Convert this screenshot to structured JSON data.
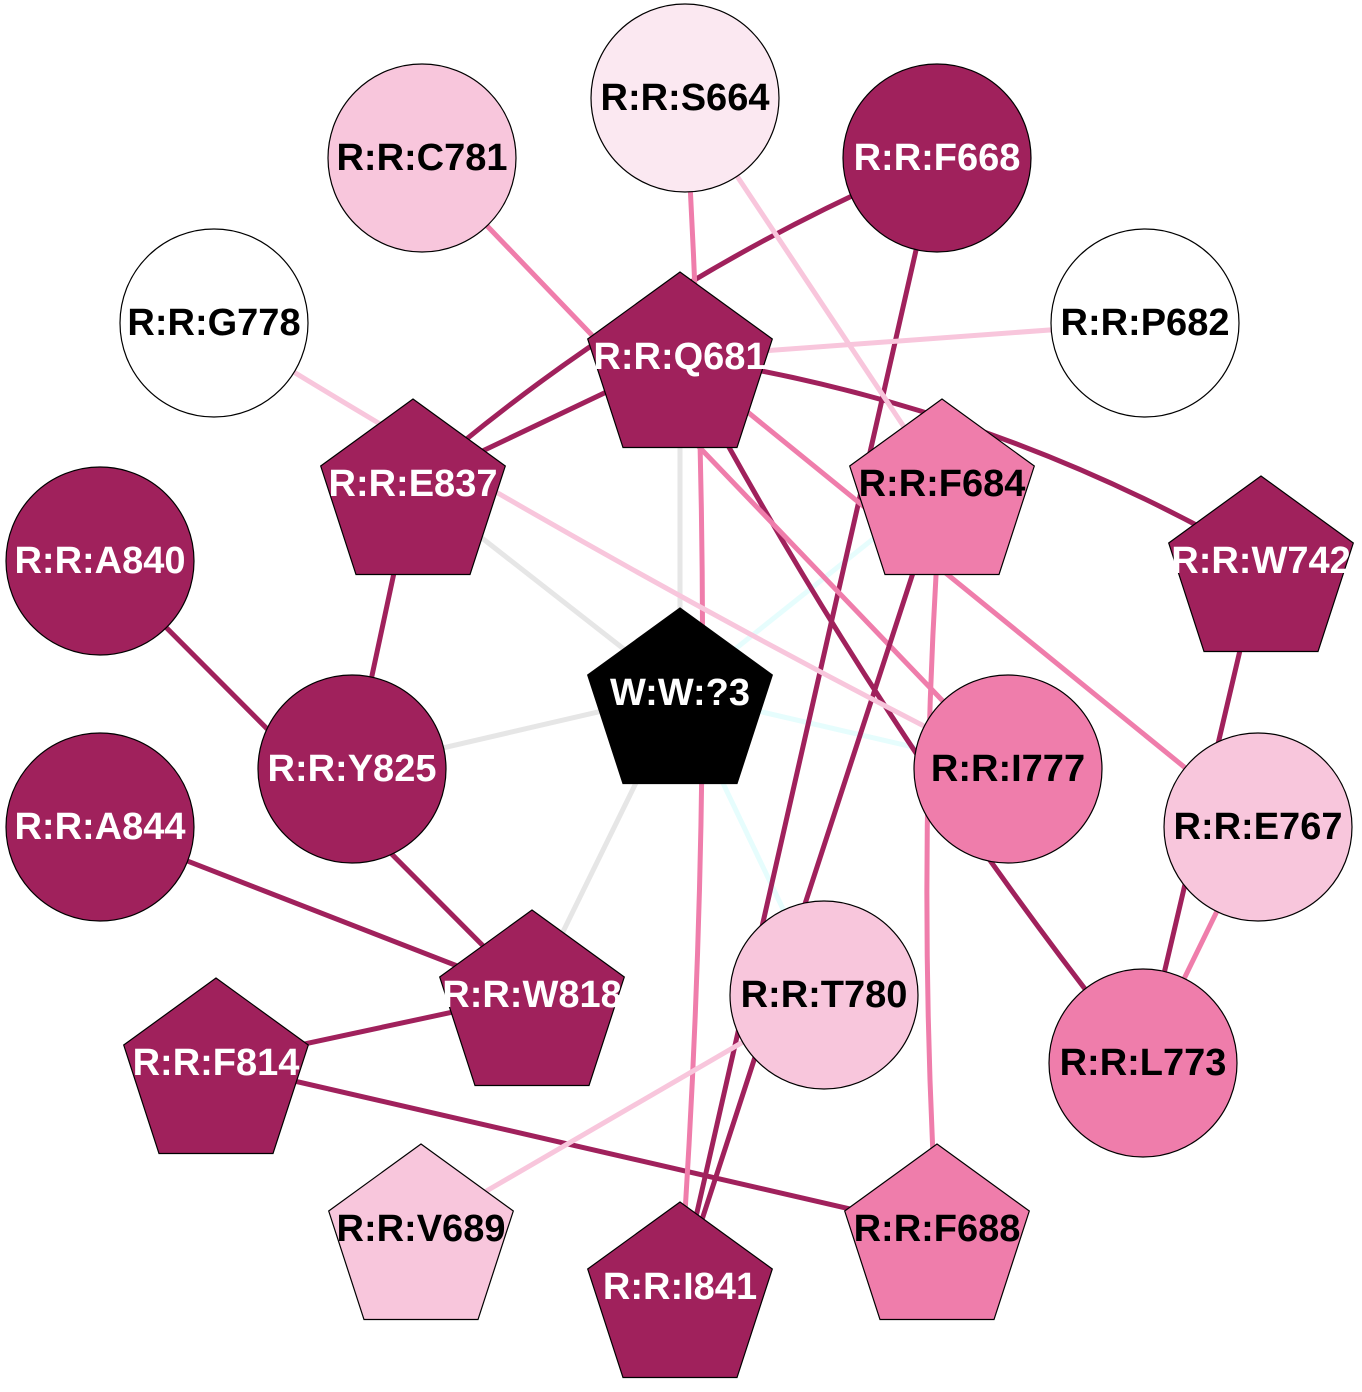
{
  "palette": {
    "dark": "#a0215c",
    "medium": "#ef7dab",
    "light": "#f8c6dc",
    "pale": "#fbe8f1",
    "white": "#ffffff",
    "black": "#000000",
    "grey_edge": "#e6e6e6",
    "cyan_edge": "#e6fdfd"
  },
  "nodes": [
    {
      "id": "S664",
      "label": "R:R:S664",
      "shape": "circle",
      "fill": "pale",
      "text": "black"
    },
    {
      "id": "C781",
      "label": "R:R:C781",
      "shape": "circle",
      "fill": "light",
      "text": "black"
    },
    {
      "id": "F668",
      "label": "R:R:F668",
      "shape": "circle",
      "fill": "dark",
      "text": "white"
    },
    {
      "id": "G778",
      "label": "R:R:G778",
      "shape": "circle",
      "fill": "white",
      "text": "black"
    },
    {
      "id": "P682",
      "label": "R:R:P682",
      "shape": "circle",
      "fill": "white",
      "text": "black"
    },
    {
      "id": "Q681",
      "label": "R:R:Q681",
      "shape": "pentagon",
      "fill": "dark",
      "text": "white"
    },
    {
      "id": "E837",
      "label": "R:R:E837",
      "shape": "pentagon",
      "fill": "dark",
      "text": "white"
    },
    {
      "id": "F684",
      "label": "R:R:F684",
      "shape": "pentagon",
      "fill": "medium",
      "text": "black"
    },
    {
      "id": "A840",
      "label": "R:R:A840",
      "shape": "circle",
      "fill": "dark",
      "text": "white"
    },
    {
      "id": "W742",
      "label": "R:R:W742",
      "shape": "pentagon",
      "fill": "dark",
      "text": "white"
    },
    {
      "id": "W3",
      "label": "W:W:?3",
      "shape": "pentagon",
      "fill": "black",
      "text": "white"
    },
    {
      "id": "Y825",
      "label": "R:R:Y825",
      "shape": "circle",
      "fill": "dark",
      "text": "white"
    },
    {
      "id": "I777",
      "label": "R:R:I777",
      "shape": "circle",
      "fill": "medium",
      "text": "black"
    },
    {
      "id": "A844",
      "label": "R:R:A844",
      "shape": "circle",
      "fill": "dark",
      "text": "white"
    },
    {
      "id": "E767",
      "label": "R:R:E767",
      "shape": "circle",
      "fill": "light",
      "text": "black"
    },
    {
      "id": "W818",
      "label": "R:R:W818",
      "shape": "pentagon",
      "fill": "dark",
      "text": "white"
    },
    {
      "id": "T780",
      "label": "R:R:T780",
      "shape": "circle",
      "fill": "light",
      "text": "black"
    },
    {
      "id": "F814",
      "label": "R:R:F814",
      "shape": "pentagon",
      "fill": "dark",
      "text": "white"
    },
    {
      "id": "L773",
      "label": "R:R:L773",
      "shape": "circle",
      "fill": "medium",
      "text": "black"
    },
    {
      "id": "V689",
      "label": "R:R:V689",
      "shape": "pentagon",
      "fill": "light",
      "text": "black"
    },
    {
      "id": "F688",
      "label": "R:R:F688",
      "shape": "pentagon",
      "fill": "medium",
      "text": "black"
    },
    {
      "id": "I841",
      "label": "R:R:I841",
      "shape": "pentagon",
      "fill": "dark",
      "text": "white"
    }
  ],
  "edges": [
    {
      "source": "W3",
      "target": "Q681",
      "color": "grey_edge"
    },
    {
      "source": "W3",
      "target": "E837",
      "color": "grey_edge"
    },
    {
      "source": "W3",
      "target": "Y825",
      "color": "grey_edge"
    },
    {
      "source": "W3",
      "target": "W818",
      "color": "grey_edge"
    },
    {
      "source": "W3",
      "target": "F684",
      "color": "cyan_edge"
    },
    {
      "source": "W3",
      "target": "I777",
      "color": "cyan_edge"
    },
    {
      "source": "W3",
      "target": "T780",
      "color": "cyan_edge"
    },
    {
      "source": "F668",
      "target": "E837",
      "color": "dark"
    },
    {
      "source": "F668",
      "target": "I841",
      "color": "dark"
    },
    {
      "source": "Q681",
      "target": "E837",
      "color": "dark"
    },
    {
      "source": "Q681",
      "target": "W742",
      "color": "dark"
    },
    {
      "source": "Q681",
      "target": "L773",
      "color": "dark"
    },
    {
      "source": "Q681",
      "target": "E767",
      "color": "medium"
    },
    {
      "source": "Q681",
      "target": "P682",
      "color": "light"
    },
    {
      "source": "E837",
      "target": "Y825",
      "color": "dark"
    },
    {
      "source": "A840",
      "target": "W818",
      "color": "dark"
    },
    {
      "source": "A844",
      "target": "W818",
      "color": "dark"
    },
    {
      "source": "W818",
      "target": "F814",
      "color": "dark"
    },
    {
      "source": "F814",
      "target": "F688",
      "color": "dark"
    },
    {
      "source": "W742",
      "target": "L773",
      "color": "dark"
    },
    {
      "source": "E767",
      "target": "L773",
      "color": "medium"
    },
    {
      "source": "C781",
      "target": "I777",
      "color": "medium"
    },
    {
      "source": "S664",
      "target": "I841",
      "color": "medium"
    },
    {
      "source": "S664",
      "target": "F684",
      "color": "light"
    },
    {
      "source": "F684",
      "target": "F688",
      "color": "medium"
    },
    {
      "source": "F684",
      "target": "I841",
      "color": "dark"
    },
    {
      "source": "G778",
      "target": "I777",
      "color": "light"
    },
    {
      "source": "T780",
      "target": "V689",
      "color": "light"
    }
  ]
}
